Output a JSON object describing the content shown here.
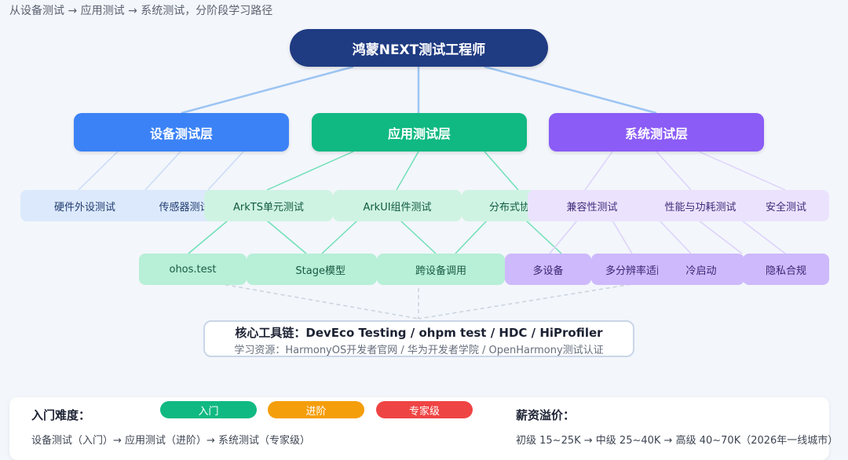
{
  "subtitle": "从设备测试 → 应用测试 → 系统测试，分阶段学习路径",
  "root": "鸿蒙NEXT测试工程师",
  "layers": {
    "device": "设备测试层",
    "app": "应用测试层",
    "system": "系统测试层"
  },
  "device_items": [
    "硬件外设测试",
    "传感器测试"
  ],
  "app_items": [
    "ArkTS单元测试",
    "ArkUI组件测试",
    "分布式协同"
  ],
  "system_items": [
    "兼容性测试",
    "性能与功耗测试",
    "安全测试"
  ],
  "app_tools": [
    "ohos.test",
    "Stage模型",
    "跨设备调用"
  ],
  "system_tools": [
    "多设备",
    "多分辨率适配",
    "冷启动",
    "隐私合规"
  ],
  "toolchain": {
    "title": "核心工具链：DevEco Testing / ohpm test / HDC / HiProfiler",
    "resources": "学习资源：HarmonyOS开发者官网 / 华为开发者学院 / OpenHarmony测试认证"
  },
  "difficulty": {
    "label": "入门难度：",
    "badges": [
      "入门",
      "进阶",
      "专家级"
    ],
    "path": "设备测试（入门）→ 应用测试（进阶）→ 系统测试（专家级）"
  },
  "salary": {
    "label": "薪资溢价：",
    "text": "初级 15~25K → 中级 25~40K → 高级 40~70K（2026年一线城市）"
  },
  "colors": {
    "root": "#1f3b82",
    "device": "#3b82f6",
    "app": "#10b981",
    "system": "#8b5cf6",
    "badge_entry": "#10b981",
    "badge_advanced": "#f59e0b",
    "badge_expert": "#ef4444"
  }
}
